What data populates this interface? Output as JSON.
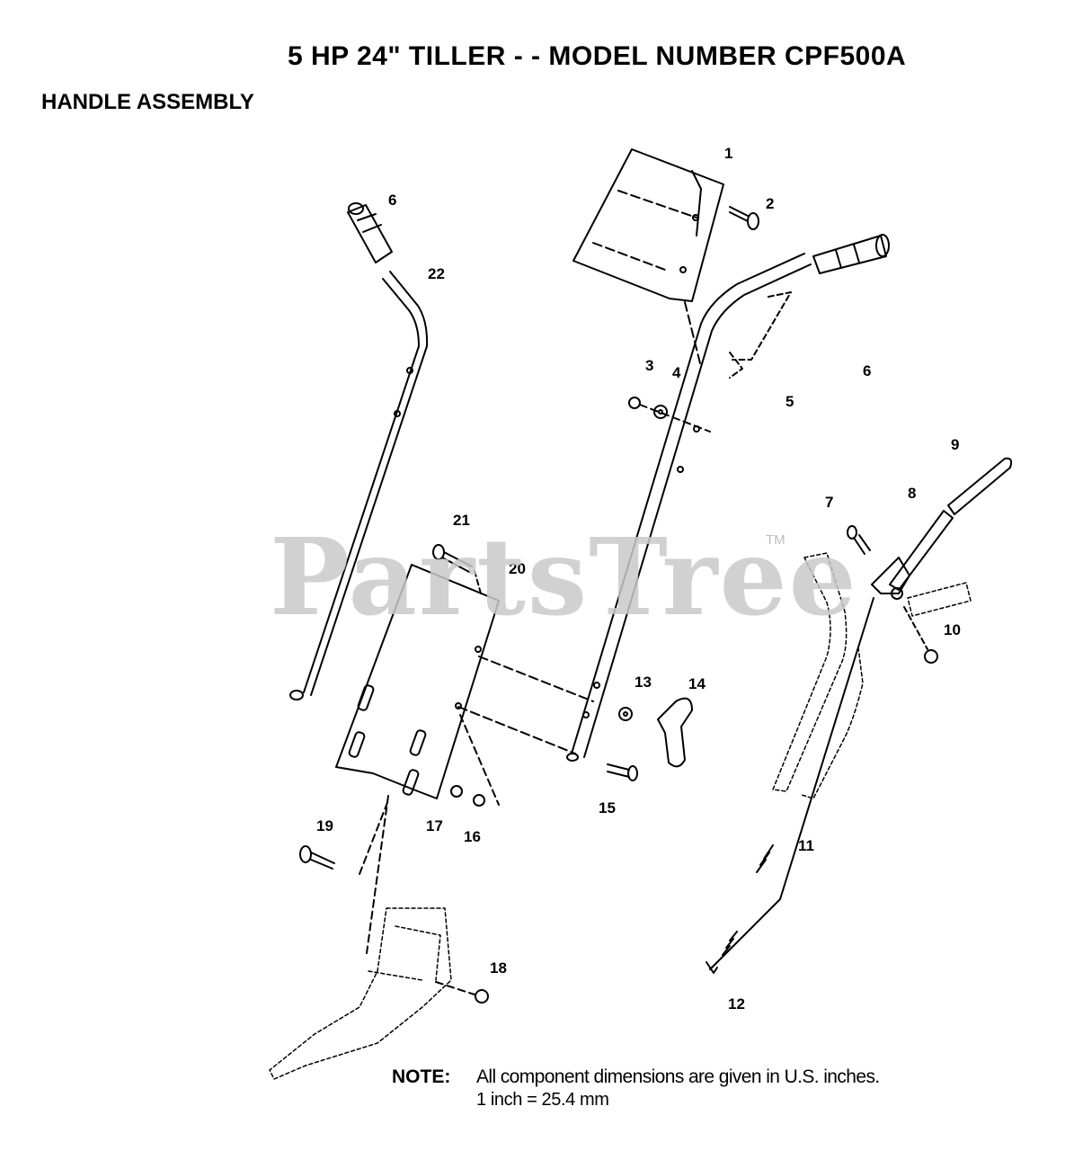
{
  "header": {
    "title": "5 HP  24\" TILLER - - MODEL NUMBER CPF500A",
    "section": "HANDLE ASSEMBLY"
  },
  "watermark": {
    "text": "PartsTree",
    "tm": "TM"
  },
  "callouts": [
    "1",
    "2",
    "3",
    "4",
    "5",
    "6",
    "6",
    "7",
    "8",
    "9",
    "10",
    "11",
    "12",
    "13",
    "14",
    "15",
    "16",
    "17",
    "18",
    "19",
    "20",
    "21",
    "22"
  ],
  "note": {
    "label": "NOTE:",
    "line1": "All component dimensions are given in U.S. inches.",
    "line2": "1 inch = 25.4 mm"
  },
  "colors": {
    "ink": "#000000",
    "watermark": "#c9c9c9"
  }
}
